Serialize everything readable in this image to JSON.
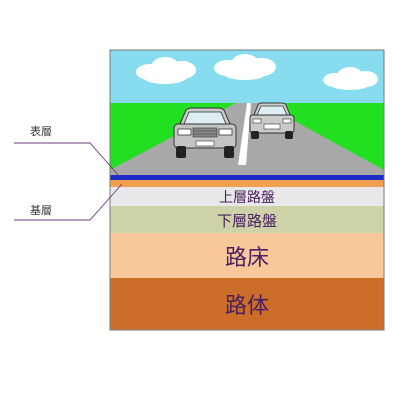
{
  "diagram": {
    "callouts": {
      "surface": "表層",
      "base": "基層"
    },
    "layers": [
      {
        "id": "upper-base-course",
        "label": "上層路盤",
        "color": "#e8e8ea"
      },
      {
        "id": "lower-base-course",
        "label": "下層路盤",
        "color": "#cdd2a8"
      },
      {
        "id": "subgrade",
        "label": "路床",
        "color": "#f8c89a"
      },
      {
        "id": "roadbed",
        "label": "路体",
        "color": "#cc6d2a"
      }
    ],
    "colors": {
      "sky": "#87dcef",
      "grass": "#22e020",
      "road": "#a8a8aa",
      "surface_course": "#1b2cc8",
      "binder_course": "#f2a050",
      "text": "#4a2060",
      "leader_line": "#6a3a7a"
    },
    "icons": [
      "cloud-icon",
      "car-icon"
    ]
  }
}
